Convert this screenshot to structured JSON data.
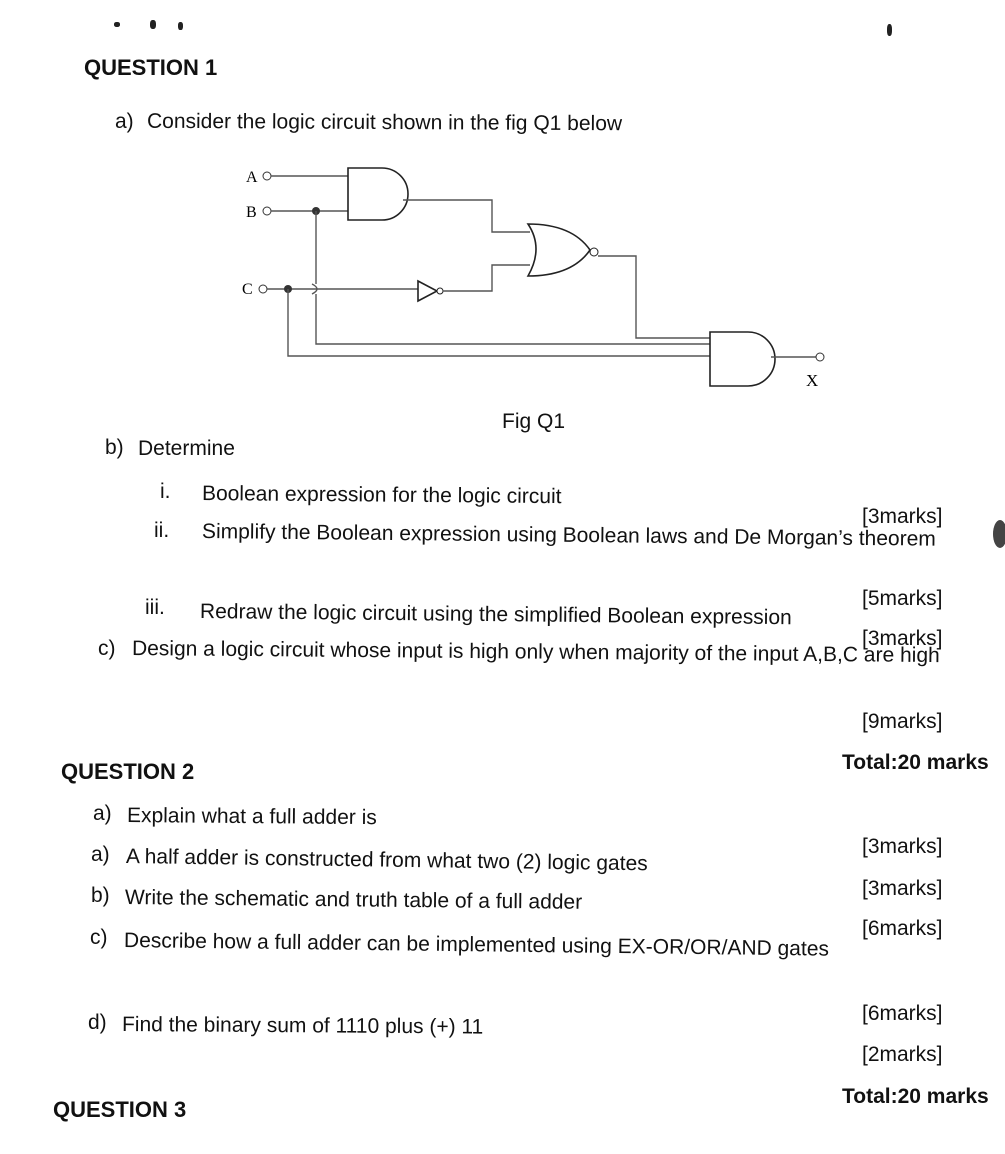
{
  "q1": {
    "heading": "QUESTION 1",
    "a": {
      "marker": "a)",
      "text": "Consider the logic circuit shown in the fig Q1 below"
    },
    "figure": {
      "caption": "Fig Q1",
      "inputs": {
        "a": "A",
        "b": "B",
        "c": "C"
      },
      "output": "X"
    },
    "b": {
      "marker": "b)",
      "text": "Determine",
      "items": [
        {
          "num": "i.",
          "text": "Boolean expression for the logic circuit",
          "marks": "[3marks]"
        },
        {
          "num": "ii.",
          "text": "Simplify the Boolean expression using Boolean laws and De Morgan’s theorem",
          "marks": "[5marks]"
        },
        {
          "num": "iii.",
          "text": "Redraw the logic circuit using the simplified Boolean expression",
          "marks": "[3marks]"
        }
      ]
    },
    "c": {
      "marker": "c)",
      "text": "Design a logic circuit whose input is high only when majority of the input A,B,C are high",
      "marks": "[9marks]"
    },
    "total": "Total:20 marks"
  },
  "q2": {
    "heading": "QUESTION 2",
    "items": [
      {
        "marker": "a)",
        "text": "Explain what a full adder is",
        "marks": "[3marks]"
      },
      {
        "marker": "a)",
        "text": "A half adder is constructed from what two (2) logic gates",
        "marks": "[3marks]"
      },
      {
        "marker": "b)",
        "text": "Write the schematic and truth table of a full adder",
        "marks": "[6marks]"
      },
      {
        "marker": "c)",
        "text": "Describe how a full adder can be implemented using EX-OR/OR/AND gates",
        "marks": "[6marks]"
      },
      {
        "marker": "d)",
        "text": "Find the binary sum of 1110 plus (+) 11",
        "marks": "[2marks]"
      }
    ],
    "total": "Total:20 marks"
  },
  "q3": {
    "heading": "QUESTION 3"
  }
}
